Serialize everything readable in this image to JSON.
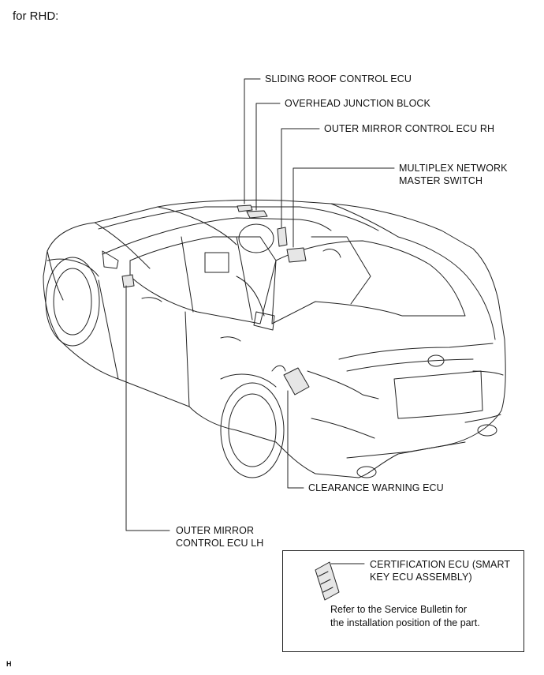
{
  "caption": "for RHD:",
  "labels": {
    "sliding_roof_ecu": "SLIDING ROOF CONTROL ECU",
    "overhead_junction_block": "OVERHEAD JUNCTION BLOCK",
    "outer_mirror_rh": "OUTER MIRROR CONTROL ECU RH",
    "multiplex_line1": "MULTIPLEX NETWORK",
    "multiplex_line2": "MASTER SWITCH",
    "clearance_warning_ecu": "CLEARANCE WARNING ECU",
    "outer_mirror_lh_line1": "OUTER MIRROR",
    "outer_mirror_lh_line2": "CONTROL ECU LH"
  },
  "note_box": {
    "certification_line1": "CERTIFICATION ECU (SMART",
    "certification_line2": "KEY ECU ASSEMBLY)",
    "note_line1": "Refer to the Service Bulletin for",
    "note_line2": "the installation position of the part."
  },
  "footer_code": "H"
}
